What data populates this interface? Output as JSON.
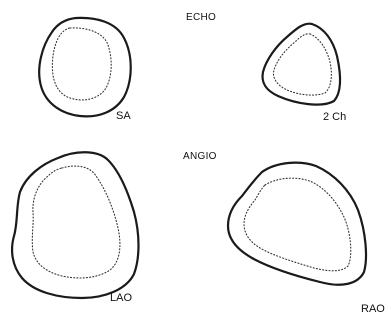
{
  "headings": {
    "echo": "ECHO",
    "angio": "ANGIO"
  },
  "views": {
    "sa": "SA",
    "two_ch": "2 Ch",
    "lao": "LAO",
    "rao": "RAO"
  }
}
